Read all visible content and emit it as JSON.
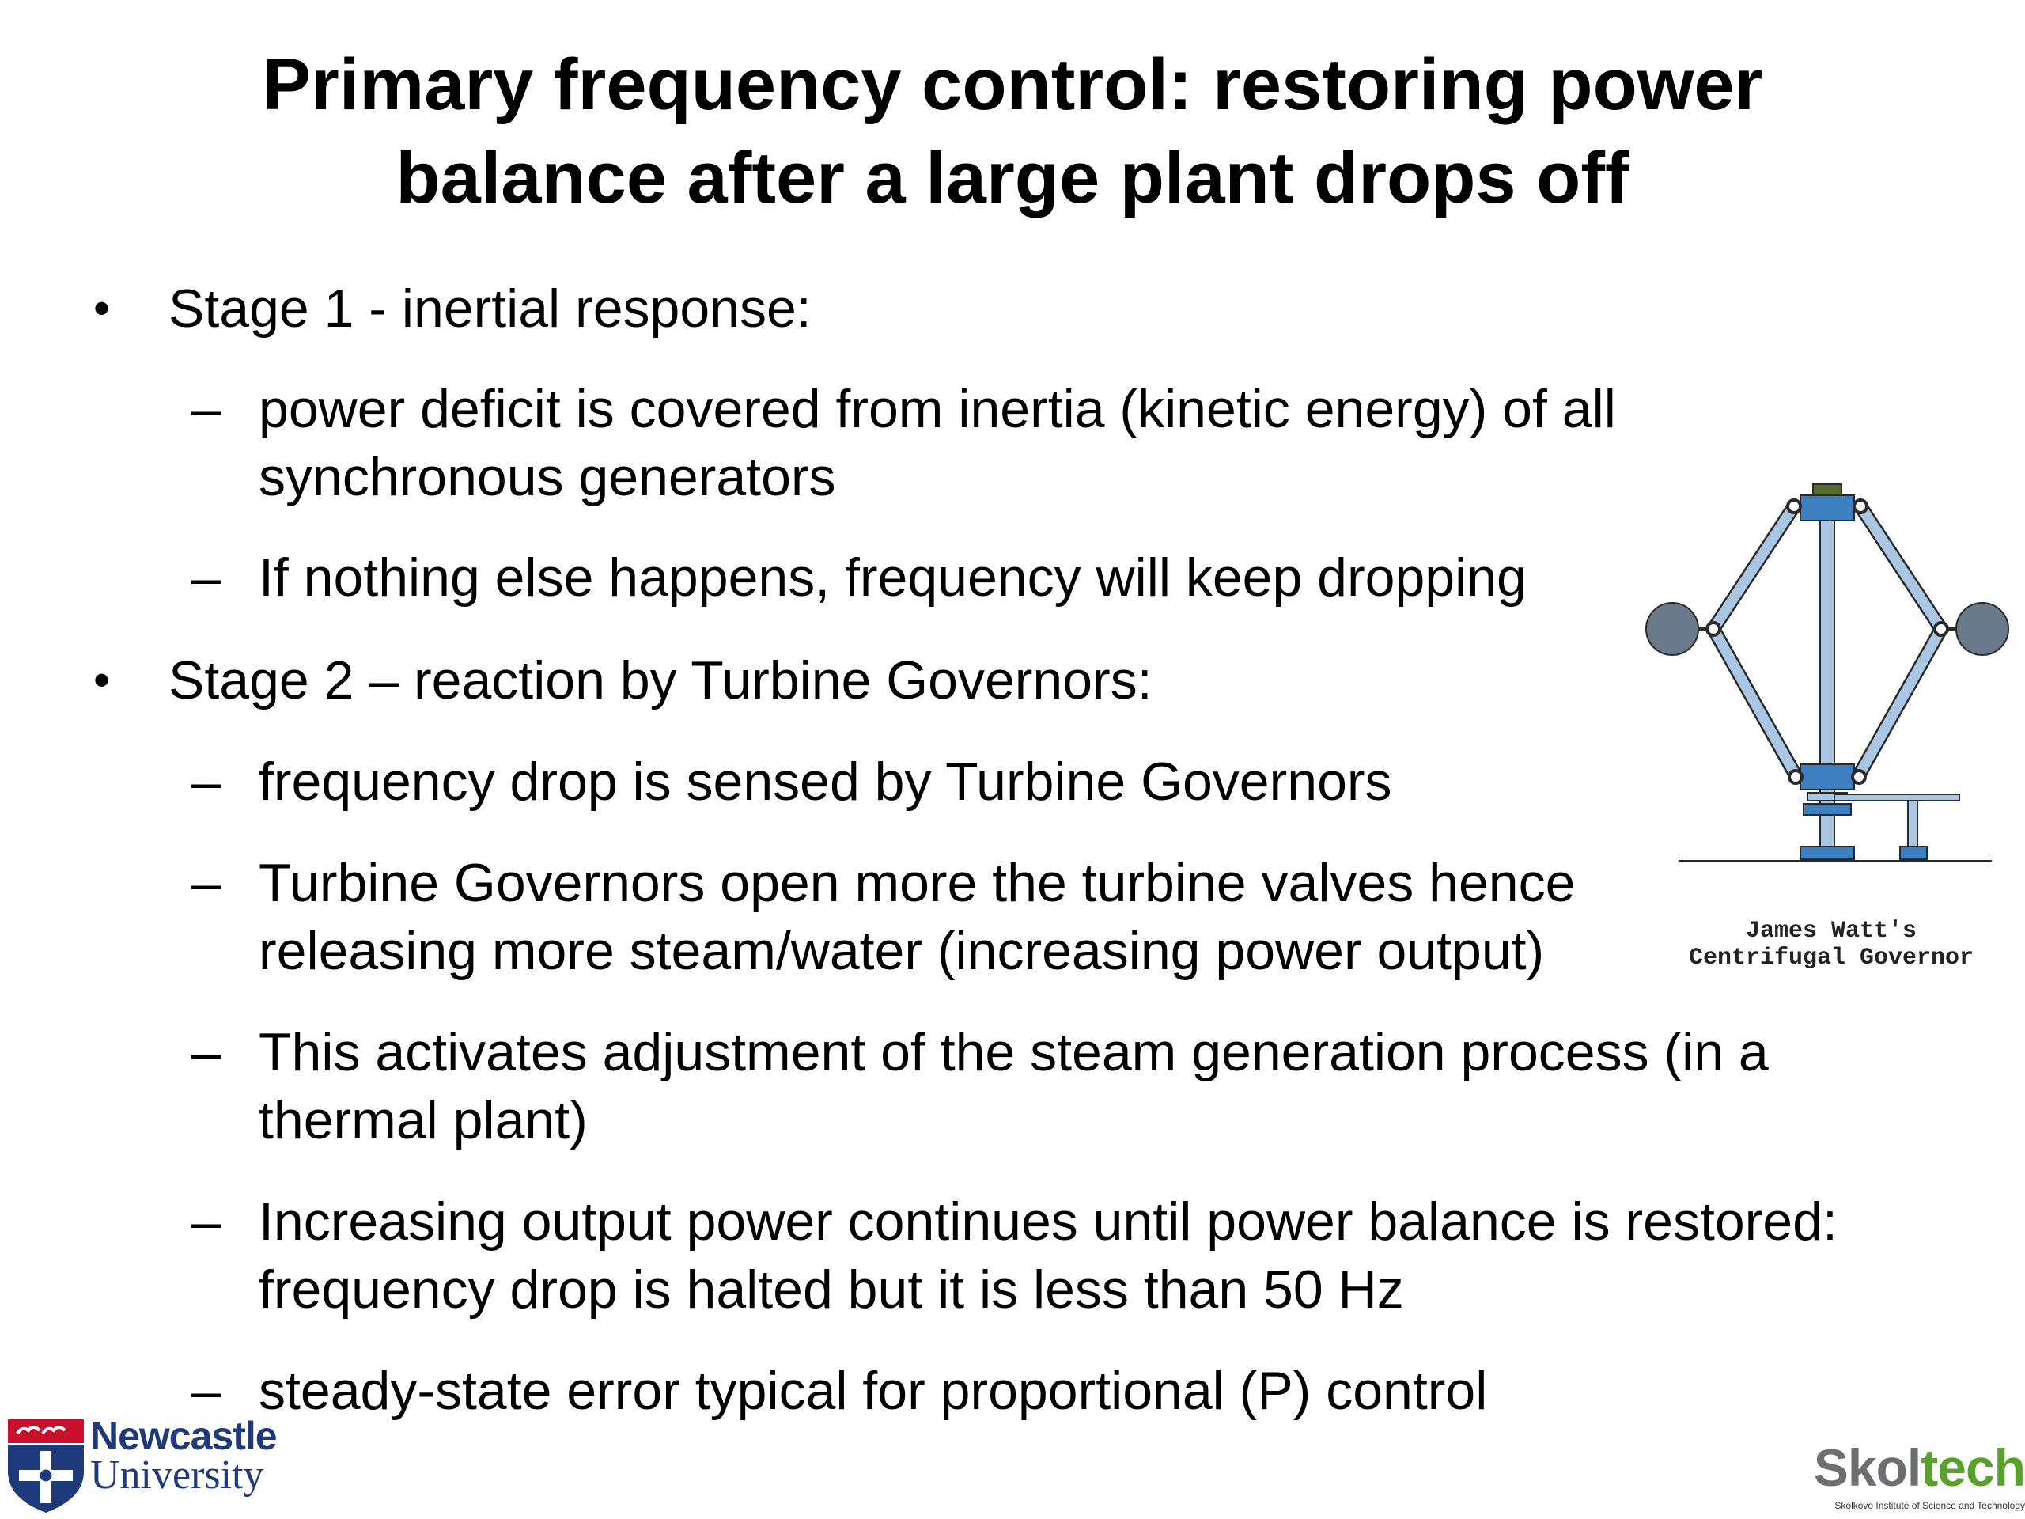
{
  "slide": {
    "title_lines": [
      "Primary frequency control: restoring power",
      "balance after a large plant drops off"
    ],
    "bullet_marker": "•",
    "dash_marker": "–",
    "stage1": {
      "heading": "Stage 1 - inertial response:",
      "items": [
        [
          "power deficit is covered from inertia (kinetic energy) of all",
          "synchronous generators"
        ],
        [
          "If nothing else happens, frequency will keep dropping"
        ]
      ]
    },
    "stage2": {
      "heading": "Stage 2 – reaction by Turbine Governors:",
      "items": [
        [
          "frequency drop is sensed by Turbine Governors"
        ],
        [
          "Turbine Governors open more the turbine valves hence",
          "releasing more steam/water (increasing power output)"
        ],
        [
          "This activates adjustment of the steam generation process (in a",
          "thermal plant)"
        ],
        [
          "Increasing output power continues until power balance is restored:",
          "frequency drop is halted but it is less than 50 Hz"
        ],
        [
          "steady-state error typical for proportional (P) control"
        ]
      ]
    }
  },
  "illustration": {
    "icon": "centrifugal-governor",
    "caption_lines": [
      "James Watt's",
      "Centrifugal Governor"
    ],
    "colors": {
      "frame": "#a9c6e2",
      "outline": "#2a2a2a",
      "collar": "#3d7fc1",
      "ball": "#6b7a8a"
    }
  },
  "logos": {
    "newcastle": {
      "line1": "Newcastle",
      "line2": "University",
      "color": "#1f3a7a",
      "crest_red": "#c8102e"
    },
    "skoltech": {
      "word_part1": "Skol",
      "word_part2": "tech",
      "tagline": "Skolkovo Institute of Science and Technology",
      "grey": "#6d6e71",
      "green": "#5aa02c"
    }
  }
}
